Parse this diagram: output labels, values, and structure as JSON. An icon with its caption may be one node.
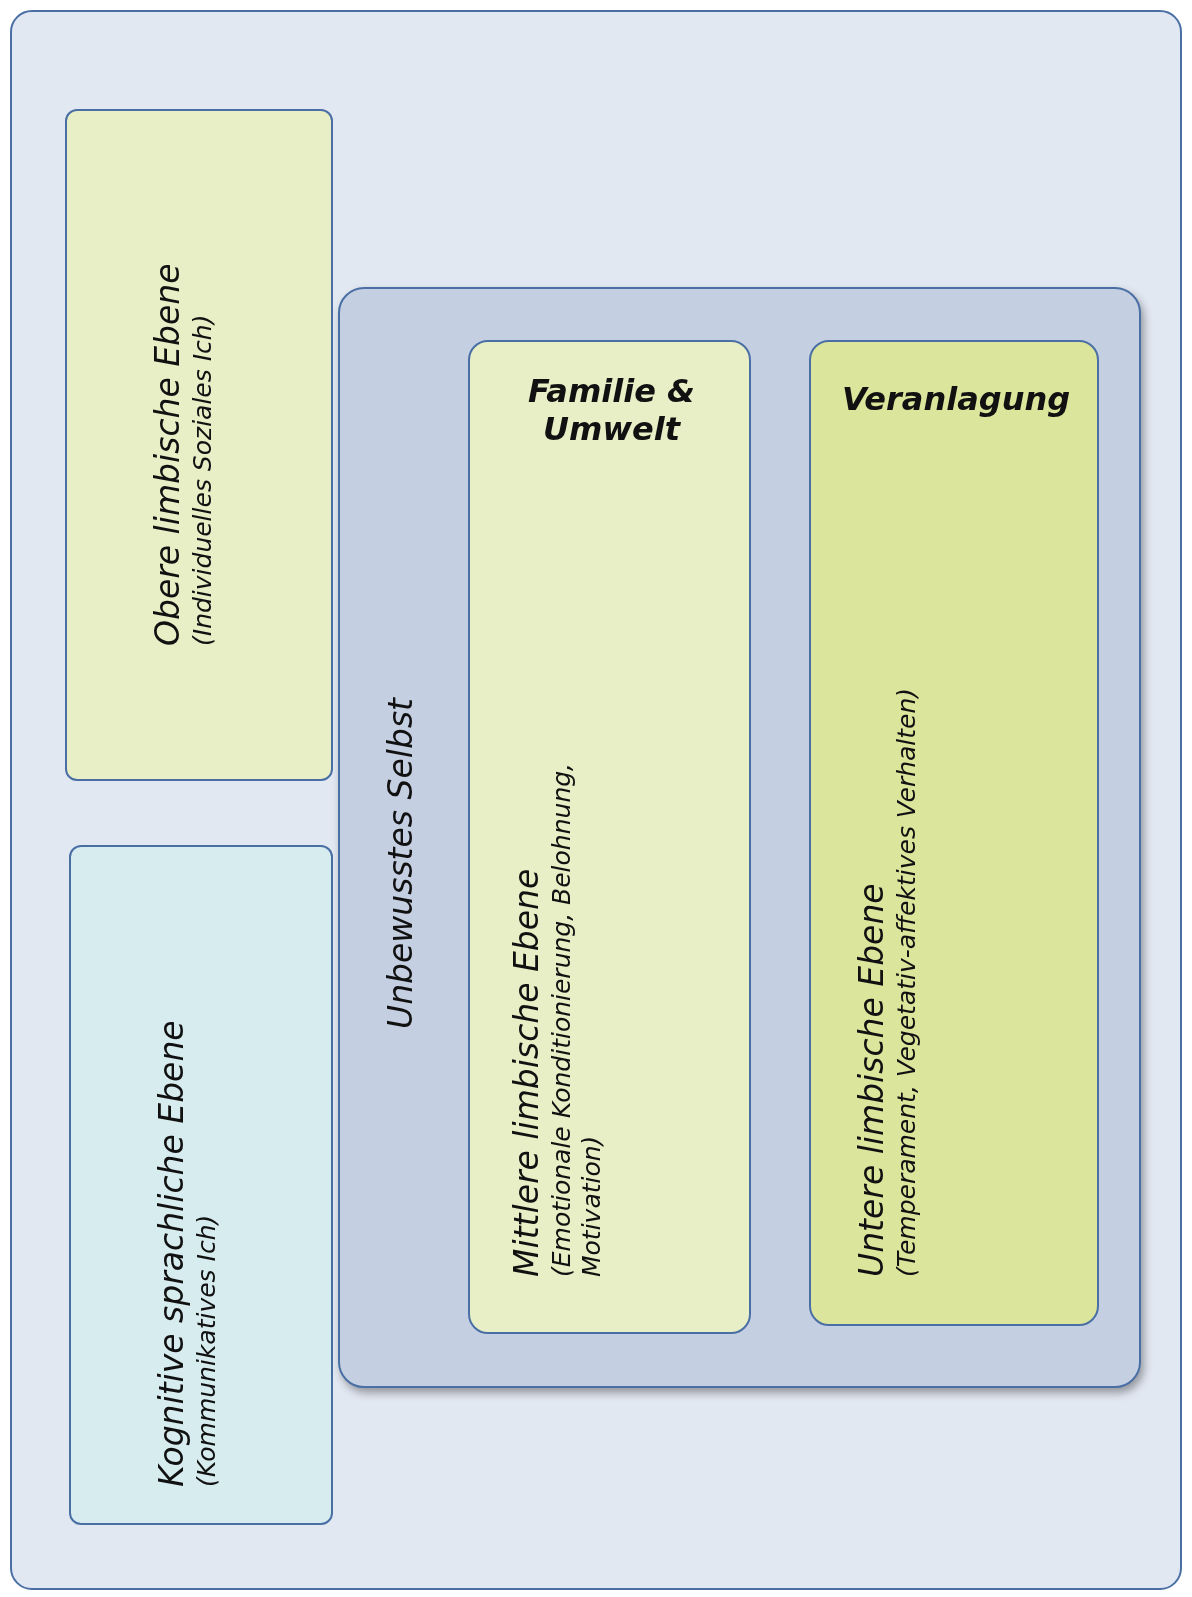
{
  "diagram": {
    "nodes": [
      {
        "text": [],
        "shape": "box"
      },
      {
        "text": [
          "Obere limbische Ebene",
          "(Individuelles Soziales Ich)"
        ],
        "in": 0
      },
      {
        "text": [
          "Kognitive sprachliche Ebene",
          "(Kommunikatives Ich)"
        ],
        "in": 0
      },
      {
        "text": [
          "Unbewusstes Selbst"
        ],
        "in": 0
      },
      {
        "text": [
          "Familie & Umwelt",
          "Mittlere limbische Ebene",
          "(Emotionale Konditionierung, Belohnung, Motivation)"
        ],
        "in": 3
      },
      {
        "text": [
          "Veranlagung",
          "Untere limbische Ebene",
          "(Temperament, Vegetativ-affektives Verhalten)"
        ],
        "in": 3
      }
    ]
  }
}
